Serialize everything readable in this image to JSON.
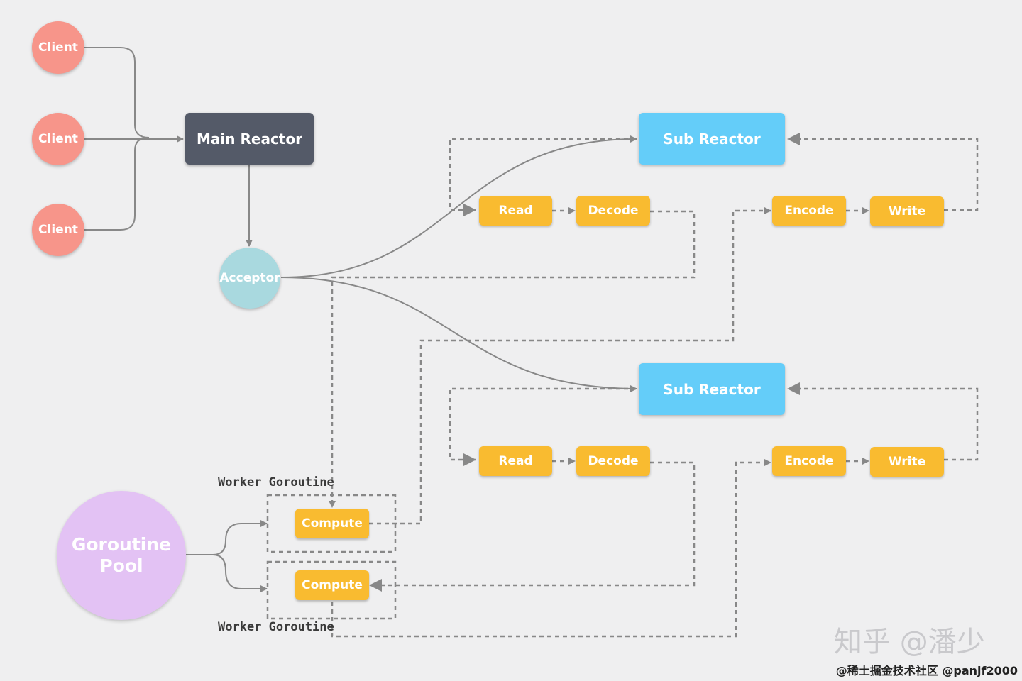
{
  "nodes": {
    "client_label": "Client",
    "main_reactor": "Main Reactor",
    "acceptor": "Acceptor",
    "sub_reactor": "Sub Reactor",
    "read": "Read",
    "decode": "Decode",
    "encode": "Encode",
    "write": "Write",
    "compute": "Compute",
    "goroutine_pool": "Goroutine\nPool"
  },
  "labels": {
    "worker_goroutine": "Worker Goroutine"
  },
  "watermark": "知乎 @潘少",
  "corner_note": "@稀土掘金技术社区 @panjf2000",
  "colors": {
    "client": "#f7958a",
    "main_reactor": "#545a68",
    "acceptor": "#a9d9df",
    "sub_reactor": "#64cdf9",
    "task": "#f9bb30",
    "pool": "#e3c2f4",
    "connector": "#888888"
  }
}
